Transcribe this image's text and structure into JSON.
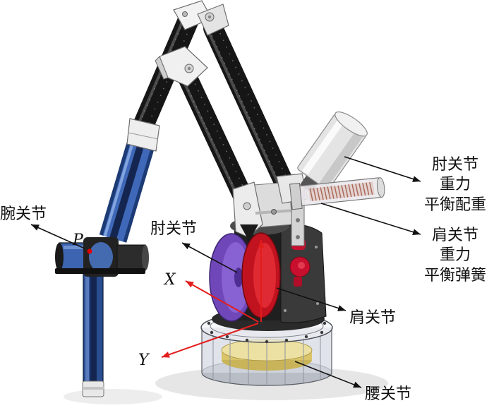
{
  "labels": {
    "wrist_joint": "腕关节",
    "point": "P",
    "elbow_joint": "肘关节",
    "elbow_counterweight": [
      "肘关节",
      "重力",
      "平衡配重"
    ],
    "shoulder_spring": [
      "肩关节",
      "重力",
      "平衡弹簧"
    ],
    "shoulder_joint": "肩关节",
    "waist_joint": "腰关节",
    "axis_x": "X",
    "axis_y": "Y"
  },
  "colors": {
    "axis": "#e21d1d",
    "leader": "#111111",
    "carbon_tube": "#161616",
    "purple_disc": "#6f47b8",
    "red_disc": "#c1121f",
    "blue_tube": "#3f68b8",
    "bearing_disc": "#ece0a2"
  }
}
